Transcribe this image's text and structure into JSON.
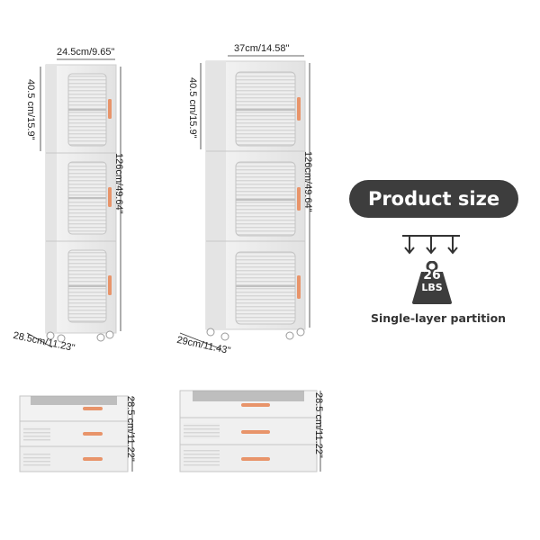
{
  "tall_narrow": {
    "width_label": "24.5cm/9.65\"",
    "layer_height_label": "40.5 cm/15.9\"",
    "total_height_label": "126cm/49.64\"",
    "depth_label": "28.5cm/11.23\""
  },
  "tall_wide": {
    "width_label": "37cm/14.58\"",
    "layer_height_label": "40.5 cm/15.9\"",
    "total_height_label": "126cm/49.64\"",
    "depth_label": "29cm/11.43\""
  },
  "stack_narrow": {
    "height_label": "28.5 cm/11.22\""
  },
  "stack_wide": {
    "height_label": "28.5 cm/11.22\""
  },
  "info": {
    "title": "Product size",
    "weight_value": "26",
    "weight_unit": "LBS",
    "partition_label": "Single-layer partition"
  },
  "colors": {
    "badge_bg": "#3d3d3d",
    "handle": "#e8946a",
    "frame": "#e8e8e8"
  }
}
